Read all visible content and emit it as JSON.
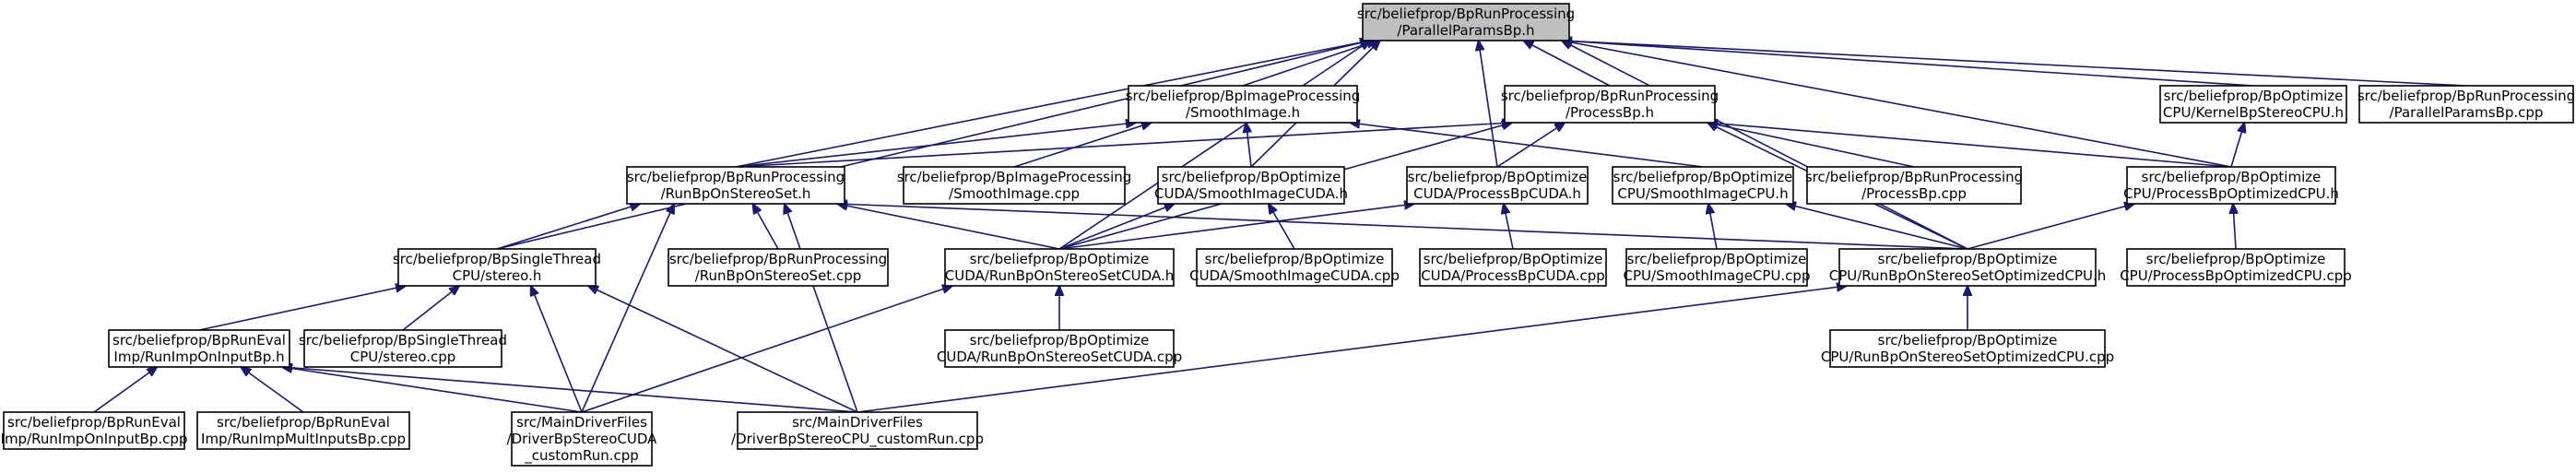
{
  "graph": {
    "edge_color": "#191970",
    "root_fill": "#bfbfbf",
    "nodes": [
      {
        "id": "parallel_h",
        "lines": [
          "src/beliefprop/BpRunProcessing",
          "/ParallelParamsBp.h"
        ],
        "root": true
      },
      {
        "id": "smooth_h",
        "lines": [
          "src/beliefprop/BpImageProcessing",
          "/SmoothImage.h"
        ]
      },
      {
        "id": "processbp_h",
        "lines": [
          "src/beliefprop/BpRunProcessing",
          "/ProcessBp.h"
        ]
      },
      {
        "id": "kernel_cpu_h",
        "lines": [
          "src/beliefprop/BpOptimize",
          "CPU/KernelBpStereoCPU.h"
        ]
      },
      {
        "id": "parallel_cpp",
        "lines": [
          "src/beliefprop/BpRunProcessing",
          "/ParallelParamsBp.cpp"
        ]
      },
      {
        "id": "runbp_set_h",
        "lines": [
          "src/beliefprop/BpRunProcessing",
          "/RunBpOnStereoSet.h"
        ]
      },
      {
        "id": "smooth_cpp",
        "lines": [
          "src/beliefprop/BpImageProcessing",
          "/SmoothImage.cpp"
        ]
      },
      {
        "id": "smooth_cuda_h",
        "lines": [
          "src/beliefprop/BpOptimize",
          "CUDA/SmoothImageCUDA.h"
        ]
      },
      {
        "id": "process_cuda_h",
        "lines": [
          "src/beliefprop/BpOptimize",
          "CUDA/ProcessBpCUDA.h"
        ]
      },
      {
        "id": "smooth_cpu_h",
        "lines": [
          "src/beliefprop/BpOptimize",
          "CPU/SmoothImageCPU.h"
        ]
      },
      {
        "id": "processbp_cpp",
        "lines": [
          "src/beliefprop/BpRunProcessing",
          "/ProcessBp.cpp"
        ]
      },
      {
        "id": "process_cpu_h",
        "lines": [
          "src/beliefprop/BpOptimize",
          "CPU/ProcessBpOptimizedCPU.h"
        ]
      },
      {
        "id": "stereo_h",
        "lines": [
          "src/beliefprop/BpSingleThread",
          "CPU/stereo.h"
        ]
      },
      {
        "id": "runbp_set_cpp",
        "lines": [
          "src/beliefprop/BpRunProcessing",
          "/RunBpOnStereoSet.cpp"
        ]
      },
      {
        "id": "runbp_cuda_h",
        "lines": [
          "src/beliefprop/BpOptimize",
          "CUDA/RunBpOnStereoSetCUDA.h"
        ]
      },
      {
        "id": "smooth_cuda_cpp",
        "lines": [
          "src/beliefprop/BpOptimize",
          "CUDA/SmoothImageCUDA.cpp"
        ]
      },
      {
        "id": "process_cuda_cpp",
        "lines": [
          "src/beliefprop/BpOptimize",
          "CUDA/ProcessBpCUDA.cpp"
        ]
      },
      {
        "id": "smooth_cpu_cpp",
        "lines": [
          "src/beliefprop/BpOptimize",
          "CPU/SmoothImageCPU.cpp"
        ]
      },
      {
        "id": "runbp_cpu_h",
        "lines": [
          "src/beliefprop/BpOptimize",
          "CPU/RunBpOnStereoSetOptimizedCPU.h"
        ]
      },
      {
        "id": "process_cpu_cpp",
        "lines": [
          "src/beliefprop/BpOptimize",
          "CPU/ProcessBpOptimizedCPU.cpp"
        ]
      },
      {
        "id": "runimp_h",
        "lines": [
          "src/beliefprop/BpRunEval",
          "Imp/RunImpOnInputBp.h"
        ]
      },
      {
        "id": "stereo_cpp",
        "lines": [
          "src/beliefprop/BpSingleThread",
          "CPU/stereo.cpp"
        ]
      },
      {
        "id": "runbp_cuda_cpp",
        "lines": [
          "src/beliefprop/BpOptimize",
          "CUDA/RunBpOnStereoSetCUDA.cpp"
        ]
      },
      {
        "id": "runbp_cpu_cpp",
        "lines": [
          "src/beliefprop/BpOptimize",
          "CPU/RunBpOnStereoSetOptimizedCPU.cpp"
        ]
      },
      {
        "id": "runimp_cpp",
        "lines": [
          "src/beliefprop/BpRunEval",
          "Imp/RunImpOnInputBp.cpp"
        ]
      },
      {
        "id": "runimpmult_cpp",
        "lines": [
          "src/beliefprop/BpRunEval",
          "Imp/RunImpMultInputsBp.cpp"
        ]
      },
      {
        "id": "driver_cuda",
        "lines": [
          "src/MainDriverFiles",
          "/DriverBpStereoCUDA",
          "_customRun.cpp"
        ]
      },
      {
        "id": "driver_cpu",
        "lines": [
          "src/MainDriverFiles",
          "/DriverBpStereoCPU_customRun.cpp"
        ]
      }
    ],
    "edges": [
      [
        "smooth_h",
        "parallel_h"
      ],
      [
        "processbp_h",
        "parallel_h"
      ],
      [
        "kernel_cpu_h",
        "parallel_h"
      ],
      [
        "parallel_cpp",
        "parallel_h"
      ],
      [
        "runbp_set_h",
        "parallel_h"
      ],
      [
        "smooth_cuda_h",
        "parallel_h"
      ],
      [
        "process_cuda_h",
        "parallel_h"
      ],
      [
        "process_cpu_h",
        "parallel_h"
      ],
      [
        "stereo_h",
        "parallel_h"
      ],
      [
        "runbp_cuda_h",
        "parallel_h"
      ],
      [
        "runbp_cpu_h",
        "parallel_h"
      ],
      [
        "runbp_set_h",
        "smooth_h"
      ],
      [
        "smooth_cpp",
        "smooth_h"
      ],
      [
        "smooth_cuda_h",
        "smooth_h"
      ],
      [
        "smooth_cpu_h",
        "smooth_h"
      ],
      [
        "runbp_set_h",
        "processbp_h"
      ],
      [
        "process_cuda_h",
        "processbp_h"
      ],
      [
        "processbp_cpp",
        "processbp_h"
      ],
      [
        "process_cpu_h",
        "processbp_h"
      ],
      [
        "runbp_cuda_h",
        "processbp_h"
      ],
      [
        "runbp_cpu_h",
        "processbp_h"
      ],
      [
        "process_cpu_h",
        "kernel_cpu_h"
      ],
      [
        "stereo_h",
        "runbp_set_h"
      ],
      [
        "runbp_set_cpp",
        "runbp_set_h"
      ],
      [
        "runbp_cuda_h",
        "runbp_set_h"
      ],
      [
        "runbp_cpu_h",
        "runbp_set_h"
      ],
      [
        "driver_cuda",
        "runbp_set_h"
      ],
      [
        "driver_cpu",
        "runbp_set_h"
      ],
      [
        "runbp_cuda_h",
        "smooth_cuda_h"
      ],
      [
        "smooth_cuda_cpp",
        "smooth_cuda_h"
      ],
      [
        "runbp_cuda_h",
        "process_cuda_h"
      ],
      [
        "process_cuda_cpp",
        "process_cuda_h"
      ],
      [
        "runbp_cpu_h",
        "smooth_cpu_h"
      ],
      [
        "smooth_cpu_cpp",
        "smooth_cpu_h"
      ],
      [
        "runbp_cpu_h",
        "process_cpu_h"
      ],
      [
        "process_cpu_cpp",
        "process_cpu_h"
      ],
      [
        "runimp_h",
        "stereo_h"
      ],
      [
        "stereo_cpp",
        "stereo_h"
      ],
      [
        "driver_cuda",
        "stereo_h"
      ],
      [
        "driver_cpu",
        "stereo_h"
      ],
      [
        "runbp_cuda_cpp",
        "runbp_cuda_h"
      ],
      [
        "driver_cuda",
        "runbp_cuda_h"
      ],
      [
        "runbp_cpu_cpp",
        "runbp_cpu_h"
      ],
      [
        "driver_cpu",
        "runbp_cpu_h"
      ],
      [
        "runimp_cpp",
        "runimp_h"
      ],
      [
        "runimpmult_cpp",
        "runimp_h"
      ],
      [
        "driver_cuda",
        "runimp_h"
      ],
      [
        "driver_cpu",
        "runimp_h"
      ]
    ]
  }
}
